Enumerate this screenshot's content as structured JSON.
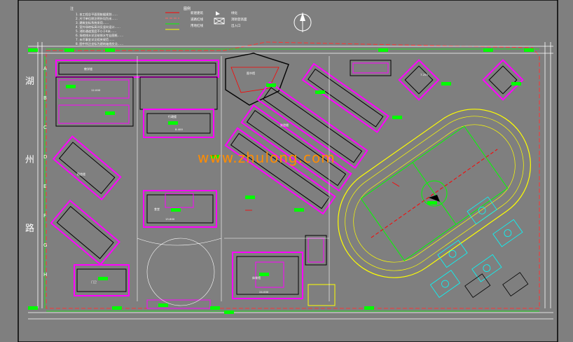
{
  "drawing": {
    "background": "#7f7f7f",
    "colors": {
      "building": "#ff00ff",
      "outline": "#000000",
      "dimension": "#00ff00",
      "road": "#ffffff",
      "track": "#ffff00",
      "field": "#00ff00",
      "marker": "#ff0000",
      "court": "#00ffff"
    },
    "watermark": "www.zhulong.com",
    "road_name": [
      "湖",
      "州",
      "路"
    ],
    "north_label": "N",
    "notes_title": "注",
    "legend_title": "图例",
    "notes": [
      "1. 本工程总平面图依据规划……",
      "2. 尺寸单位除注明外均为米……",
      "3. 建筑坐标系统采用……",
      "4. 室外场地标高详见竖向设计……",
      "5. 消防通道宽度不小于4米……",
      "6. 场地排水详见给排水专业图纸……",
      "7. 未尽事宜详见相关规范……",
      "8. 图中所注坐标为建筑轴线交点……"
    ],
    "legend_items": [
      "新建建筑",
      "道路红线",
      "用地红线",
      "绿化",
      "消防登高面",
      "出入口"
    ],
    "axis_letters_left": [
      "A",
      "B",
      "C",
      "D",
      "E",
      "F",
      "G",
      "H"
    ],
    "building_labels": [
      "教学楼",
      "行政楼",
      "实验楼",
      "食堂",
      "宿舍楼",
      "体育馆",
      "图书馆",
      "门卫"
    ],
    "dimension_samples": [
      "12.000",
      "8.400",
      "15.600",
      "24.000",
      "7.200"
    ]
  }
}
